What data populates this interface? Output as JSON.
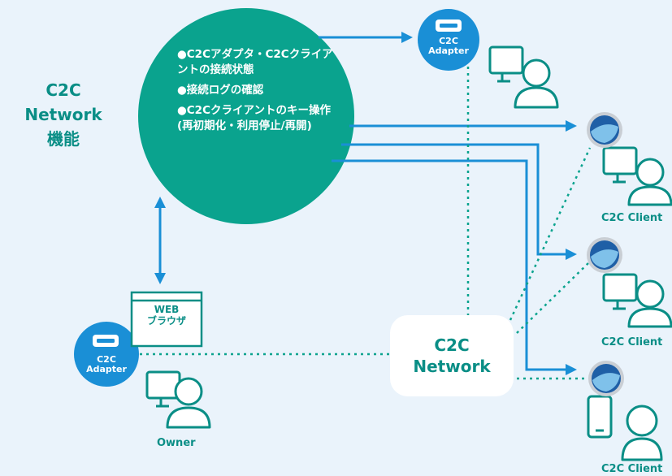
{
  "title": {
    "line1": "C2C",
    "line2": "Network",
    "line3": "機能"
  },
  "hub": {
    "items": [
      "●C2Cアダプタ・C2Cクライアントの接続状態",
      "●接続ログの確認",
      "●C2Cクライアントのキー操作(再初期化・利用停止/再開)"
    ]
  },
  "adapter_top": {
    "line1": "C2C",
    "line2": "Adapter"
  },
  "adapter_owner": {
    "line1": "C2C",
    "line2": "Adapter"
  },
  "browser": {
    "line1": "WEB",
    "line2": "ブラウザ"
  },
  "owner_label": "Owner",
  "network": {
    "line1": "C2C",
    "line2": "Network"
  },
  "clients": [
    "C2C Client",
    "C2C Client",
    "C2C Client"
  ],
  "colors": {
    "teal": "#0aa38e",
    "blue": "#1a8fd6",
    "dark_teal": "#0a8e86",
    "background": "#eaf3fb"
  }
}
